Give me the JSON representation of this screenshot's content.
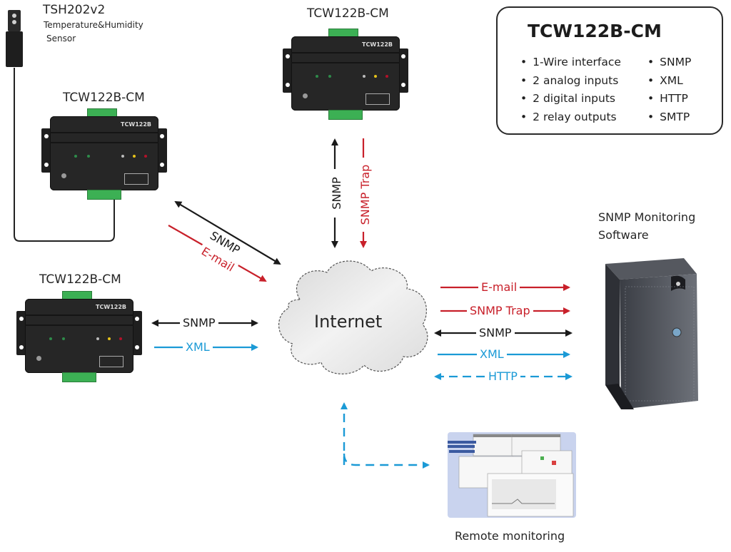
{
  "colors": {
    "email": "#c8202a",
    "snmp_trap": "#c8202a",
    "snmp": "#1a1a1a",
    "xml": "#1b9ad6",
    "http": "#1b9ad6",
    "cloud": "#e6e6e6",
    "device_body": "#262626",
    "terminal_green": "#3cb054"
  },
  "sensor": {
    "name": "TSH202v2",
    "description_line1": "Temperature&Humidity",
    "description_line2": "Sensor"
  },
  "devices": [
    {
      "id": "device-top-left",
      "title": "TCW122B-CM",
      "badge": "TCW122B"
    },
    {
      "id": "device-top-center",
      "title": "TCW122B-CM",
      "badge": "TCW122B"
    },
    {
      "id": "device-bottom-left",
      "title": "TCW122B-CM",
      "badge": "TCW122B"
    }
  ],
  "spec_box": {
    "title": "TCW122B-CM",
    "features": [
      "1-Wire interface",
      "2 analog inputs",
      "2 digital inputs",
      "2 relay outputs"
    ],
    "protocols": [
      "SNMP",
      "XML",
      "HTTP",
      "SMTP"
    ]
  },
  "cloud": {
    "label": "Internet"
  },
  "links": {
    "top_left": {
      "snmp": "SNMP",
      "email": "E-mail"
    },
    "top_center": {
      "snmp": "SNMP",
      "snmp_trap": "SNMP Trap"
    },
    "bottom_left": {
      "snmp": "SNMP",
      "xml": "XML"
    },
    "right": {
      "email": "E-mail",
      "snmp_trap": "SNMP Trap",
      "snmp": "SNMP",
      "xml": "XML",
      "http": "HTTP"
    }
  },
  "server": {
    "line1": "SNMP Monitoring",
    "line2": "Software"
  },
  "remote": {
    "label": "Remote monitoring"
  }
}
